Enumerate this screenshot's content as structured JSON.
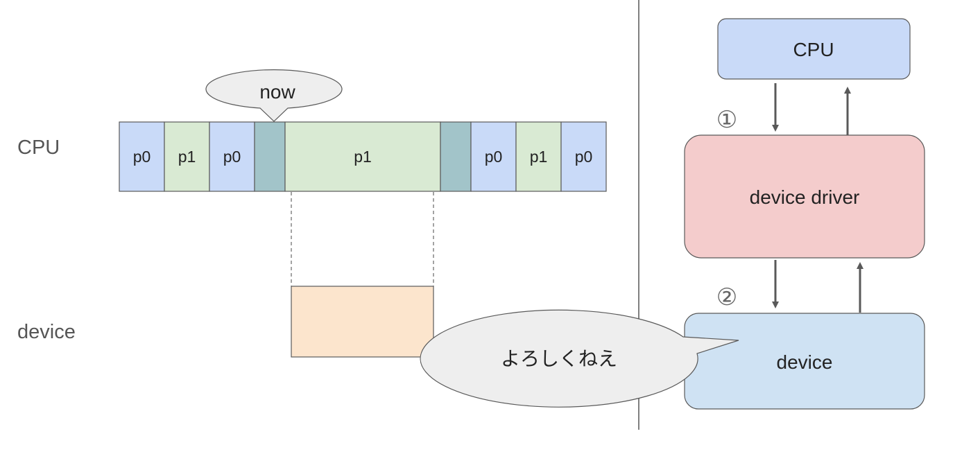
{
  "timeline": {
    "row_labels": {
      "cpu": "CPU",
      "device": "device"
    },
    "segments": [
      {
        "label": "p0",
        "kind": "p0"
      },
      {
        "label": "p1",
        "kind": "p1"
      },
      {
        "label": "p0",
        "kind": "p0"
      },
      {
        "label": "",
        "kind": "switch"
      },
      {
        "label": "p1",
        "kind": "p1"
      },
      {
        "label": "",
        "kind": "switch"
      },
      {
        "label": "p0",
        "kind": "p0"
      },
      {
        "label": "p1",
        "kind": "p1"
      },
      {
        "label": "p0",
        "kind": "p0"
      }
    ],
    "now_label": "now"
  },
  "architecture": {
    "cpu_label": "CPU",
    "driver_label": "device driver",
    "device_label": "device",
    "step1": "①",
    "step2": "②"
  },
  "speech": {
    "text": "よろしくねえ"
  },
  "colors": {
    "p0": "#c9daf8",
    "p1": "#d9ead3",
    "switch": "#a2c4c9",
    "device_busy": "#fce5cd",
    "cpu_box": "#c9daf8",
    "driver_box": "#f4cccc",
    "device_box": "#cfe2f3",
    "bubble": "#eeeeee",
    "stroke": "#595959",
    "arrow": "#595959"
  }
}
